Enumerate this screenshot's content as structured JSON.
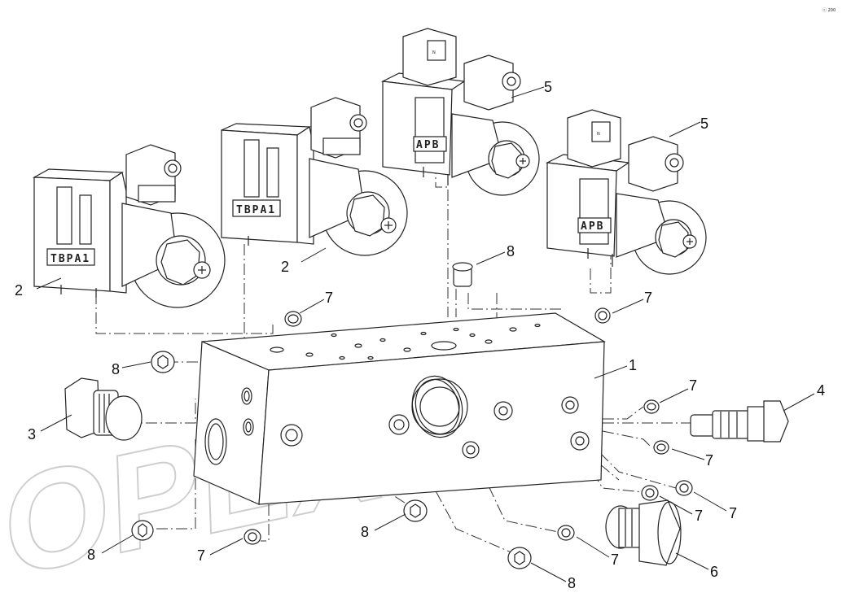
{
  "corner_mark": "ⓒ 200",
  "watermark": {
    "text": "OPEX"
  },
  "plates": {
    "tvr_a": "ТВРА1",
    "tvr_b": "ТВРА1",
    "arv_a": "АРВ",
    "arv_b": "АРВ"
  },
  "callouts": [
    {
      "id": "c-2a",
      "text": "2"
    },
    {
      "id": "c-2b",
      "text": "2"
    },
    {
      "id": "c-5a",
      "text": "5"
    },
    {
      "id": "c-5b",
      "text": "5"
    },
    {
      "id": "c-8a",
      "text": "8"
    },
    {
      "id": "c-7a",
      "text": "7"
    },
    {
      "id": "c-7b",
      "text": "7"
    },
    {
      "id": "c-8b",
      "text": "8"
    },
    {
      "id": "c-1",
      "text": "1"
    },
    {
      "id": "c-3",
      "text": "3"
    },
    {
      "id": "c-4",
      "text": "4"
    },
    {
      "id": "c-7c",
      "text": "7"
    },
    {
      "id": "c-7d",
      "text": "7"
    },
    {
      "id": "c-7e",
      "text": "7"
    },
    {
      "id": "c-7f",
      "text": "7"
    },
    {
      "id": "c-8c",
      "text": "8"
    },
    {
      "id": "c-8d",
      "text": "8"
    },
    {
      "id": "c-7g",
      "text": "7"
    },
    {
      "id": "c-7h",
      "text": "7"
    },
    {
      "id": "c-8e",
      "text": "8"
    },
    {
      "id": "c-6",
      "text": "6"
    }
  ]
}
